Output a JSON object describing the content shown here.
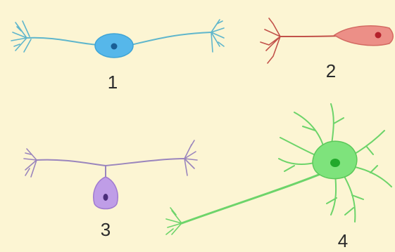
{
  "labels": {
    "neuron_1": "1",
    "neuron_2": "2",
    "neuron_3": "3",
    "neuron_4": "4"
  },
  "colors": {
    "background": "#fcf5d3",
    "neuron_1": "#56b7ea",
    "neuron_1_nucleus": "#1a5f96",
    "neuron_1_process": "#5fb6cc",
    "neuron_2": "#ec8f87",
    "neuron_2_nucleus": "#b5212b",
    "neuron_2_process": "#c2524a",
    "neuron_3": "#bf9de7",
    "neuron_3_nucleus": "#4a2d7a",
    "neuron_3_process": "#9a85bd",
    "neuron_4": "#7ee37c",
    "neuron_4_nucleus": "#22a92c",
    "neuron_4_process": "#6dd46a"
  }
}
